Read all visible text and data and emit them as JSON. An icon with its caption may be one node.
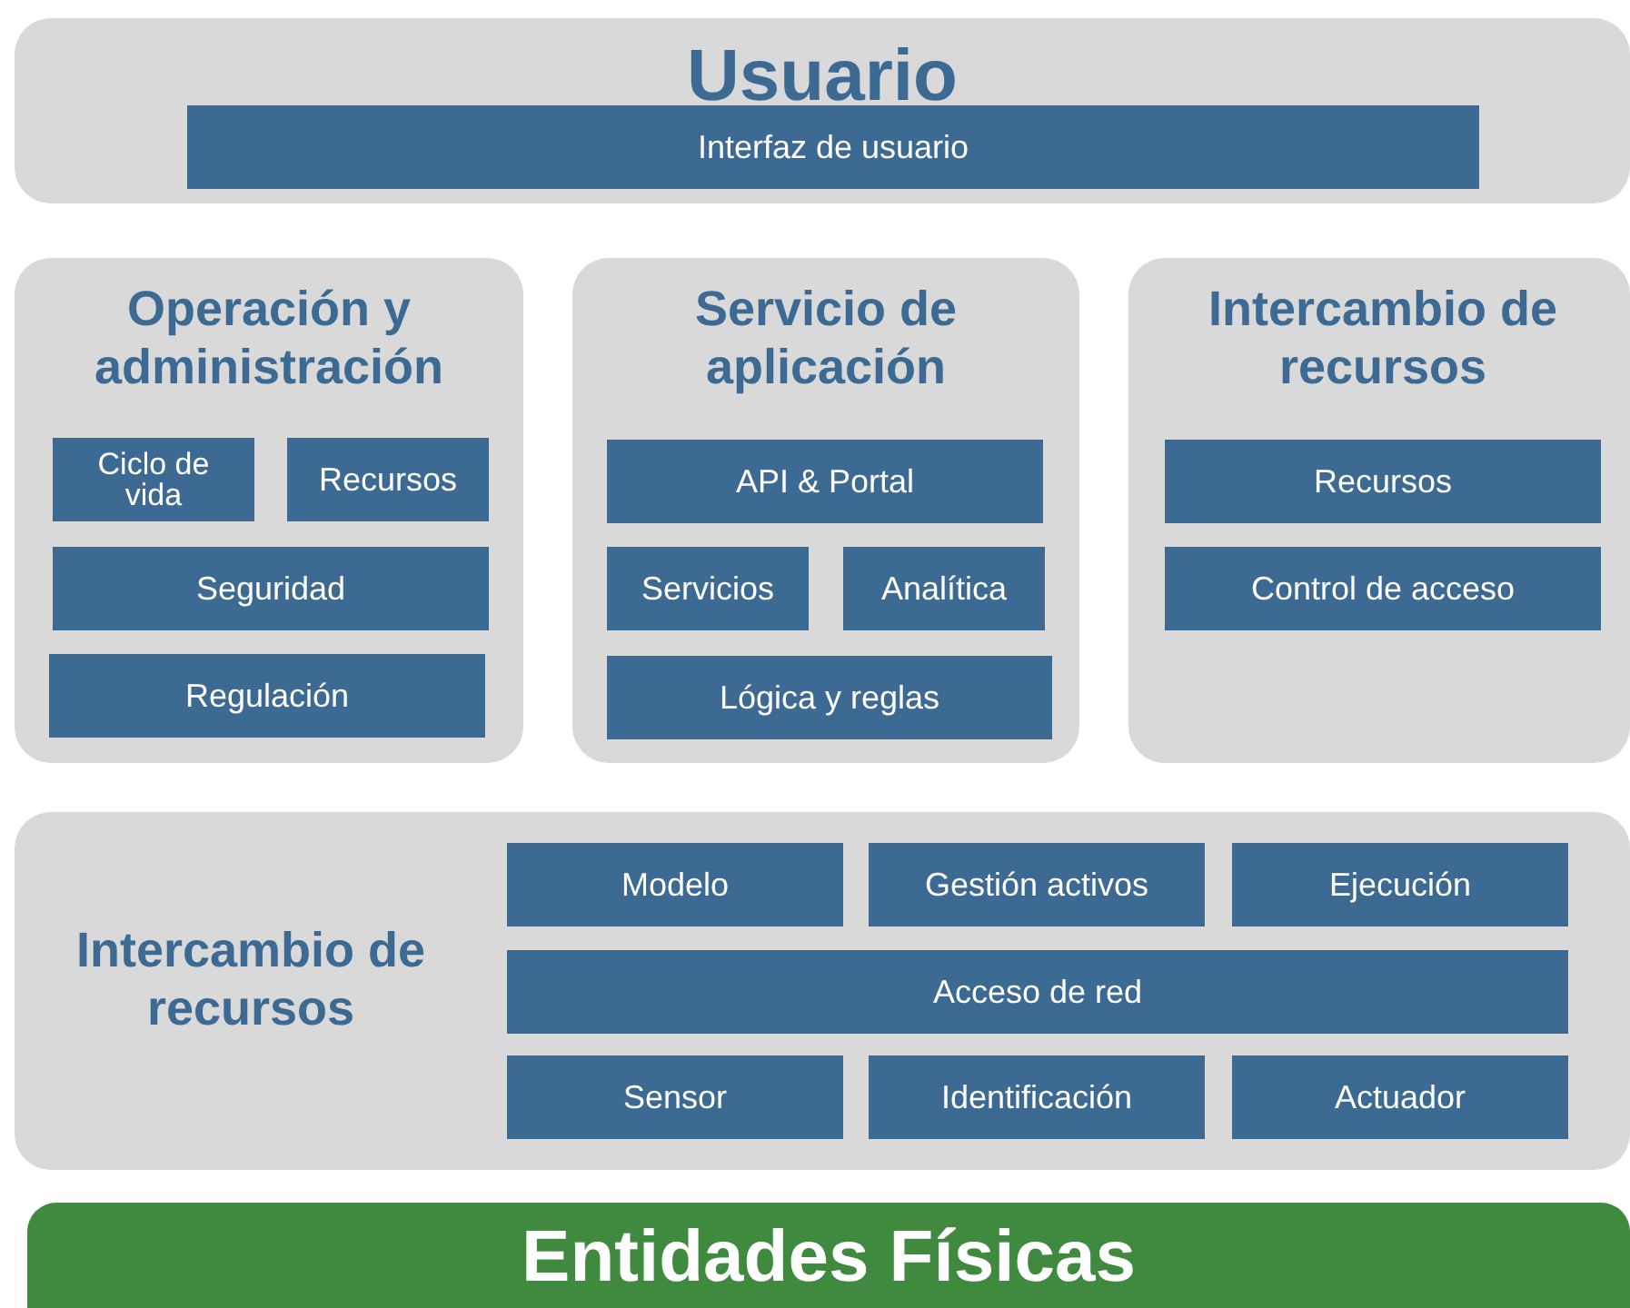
{
  "diagram": {
    "nodes": [
      {
        "text": [
          "Usuario"
        ]
      },
      {
        "text": [
          "Interfaz de usuario"
        ],
        "in": 0
      },
      {
        "text": [
          "Operación y administración"
        ]
      },
      {
        "text": [
          "Ciclo de vida"
        ],
        "in": 2
      },
      {
        "text": [
          "Recursos"
        ],
        "in": 2
      },
      {
        "text": [
          "Seguridad"
        ],
        "in": 2
      },
      {
        "text": [
          "Regulación"
        ],
        "in": 2
      },
      {
        "text": [
          "Servicio de aplicación"
        ]
      },
      {
        "text": [
          "API & Portal"
        ],
        "in": 7
      },
      {
        "text": [
          "Servicios"
        ],
        "in": 7
      },
      {
        "text": [
          "Analítica"
        ],
        "in": 7
      },
      {
        "text": [
          "Lógica y reglas"
        ],
        "in": 7
      },
      {
        "text": [
          "Intercambio de recursos"
        ]
      },
      {
        "text": [
          "Recursos"
        ],
        "in": 12
      },
      {
        "text": [
          "Control de acceso"
        ],
        "in": 12
      },
      {
        "text": [
          "Intercambio de recursos"
        ]
      },
      {
        "text": [
          "Modelo"
        ],
        "in": 15
      },
      {
        "text": [
          "Gestión activos"
        ],
        "in": 15
      },
      {
        "text": [
          "Ejecución"
        ],
        "in": 15
      },
      {
        "text": [
          "Acceso de red"
        ],
        "in": 15
      },
      {
        "text": [
          "Sensor"
        ],
        "in": 15
      },
      {
        "text": [
          "Identificación"
        ],
        "in": 15
      },
      {
        "text": [
          "Actuador"
        ],
        "in": 15
      },
      {
        "text": [
          "Entidades Físicas"
        ]
      }
    ]
  }
}
